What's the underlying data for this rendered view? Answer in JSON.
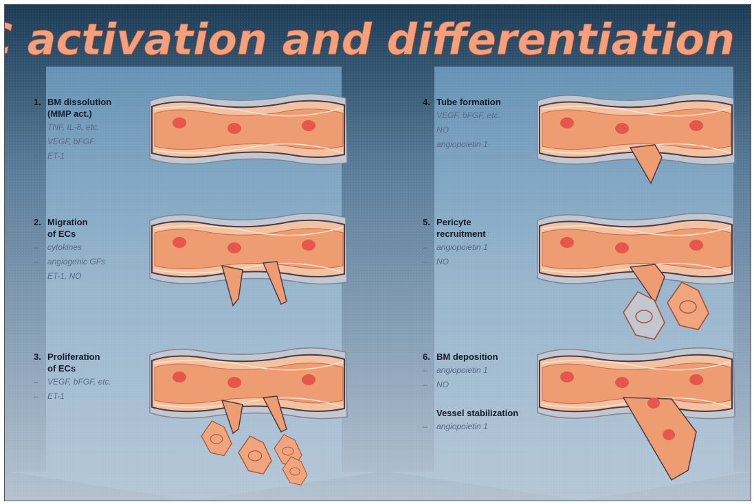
{
  "title": "EC activation and differentiation",
  "steps": [
    {
      "number": "1.",
      "heading": "BM dissolution\n(MMP act.)",
      "items": [
        {
          "dash": "–",
          "text": "TNF, IL-8, etc."
        },
        {
          "dash": "–",
          "text": "VEGF, bFGF"
        },
        {
          "dash": "–",
          "text": "ET-1"
        }
      ]
    },
    {
      "number": "2.",
      "heading": "Migration\nof ECs",
      "items": [
        {
          "dash": "–",
          "text": "cytokines"
        },
        {
          "dash": "–",
          "text": "angiogenic GFs"
        },
        {
          "dash": "",
          "text": "ET-1, NO"
        }
      ]
    },
    {
      "number": "3.",
      "heading": "Proliferation\nof ECs",
      "items": [
        {
          "dash": "–",
          "text": "VEGF, bFGF, etc."
        },
        {
          "dash": "–",
          "text": "ET-1"
        }
      ]
    },
    {
      "number": "4.",
      "heading": "Tube formation",
      "items": [
        {
          "dash": "–",
          "text": "VEGF, bFGF, etc."
        },
        {
          "dash": "–",
          "text": "NO"
        },
        {
          "dash": "–",
          "text": "angiopoietin 1"
        }
      ]
    },
    {
      "number": "5.",
      "heading": "Pericyte\nrecruitment",
      "items": [
        {
          "dash": "–",
          "text": "angiopoietin 1"
        },
        {
          "dash": "–",
          "text": "NO"
        }
      ]
    },
    {
      "number": "6.",
      "heading": "BM deposition",
      "items": [
        {
          "dash": "–",
          "text": "angiopoietin 1"
        },
        {
          "dash": "–",
          "text": "NO"
        }
      ],
      "sub": {
        "heading": "Vessel stabilization",
        "items": [
          {
            "dash": "–",
            "text": "angiopoietin 1"
          }
        ]
      }
    }
  ],
  "colors": {
    "bg_top": "#1d3f58",
    "bg_bottom": "#aab9c9",
    "arrow_fill": "#7ea9c8",
    "title": "#f4a07c",
    "vessel_fill": "#ee9d73",
    "vessel_outline": "#4a3a44",
    "nucleus": "#e6574a",
    "pericyte": "#c3c7d0",
    "heading_text": "#141a2a",
    "item_text": "#5a6a86"
  }
}
